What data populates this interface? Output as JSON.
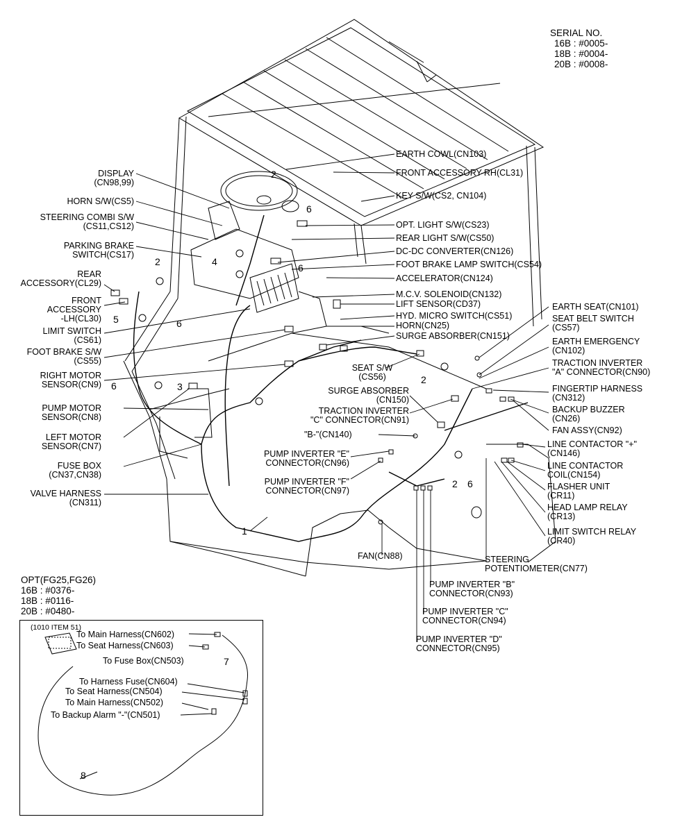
{
  "serial": {
    "title": "SERIAL NO.",
    "lines": [
      "16B : #0005-",
      "18B : #0004-",
      "20B : #0008-"
    ]
  },
  "labels": {
    "earth_cowl": "EARTH COWL(CN103)",
    "front_accessory_rh": "FRONT ACCESSORY-RH(CL31)",
    "key_sw": "KEY S/W(CS2, CN104)",
    "opt_light_sw": "OPT. LIGHT S/W(CS23)",
    "rear_light_sw": "REAR LIGHT S/W(CS50)",
    "dc_dc_converter": "DC-DC CONVERTER(CN126)",
    "foot_brake_lamp_switch": "FOOT BRAKE LAMP SWITCH(CS54)",
    "accelerator": "ACCELERATOR(CN124)",
    "mcv_solenoid": "M.C.V. SOLENOID(CN132)",
    "lift_sensor": "LIFT SENSOR(CD37)",
    "hyd_micro_switch": "HYD. MICRO SWITCH(CS51)",
    "horn": "HORN(CN25)",
    "surge_absorber_151": "SURGE ABSORBER(CN151)",
    "display": [
      "DISPLAY",
      "(CN98,99)"
    ],
    "horn_sw": "HORN S/W(CS5)",
    "steering_combi_sw": [
      "STEERING COMBI S/W",
      "(CS11,CS12)"
    ],
    "parking_brake_switch": [
      "PARKING BRAKE",
      "SWITCH(CS17)"
    ],
    "rear_accessory": [
      "REAR",
      "ACCESSORY(CL29)"
    ],
    "front_accessory_lh": [
      "FRONT",
      "ACCESSORY",
      "-LH(CL30)"
    ],
    "limit_switch": [
      "LIMIT SWITCH",
      "(CS61)"
    ],
    "foot_brake_sw": [
      "FOOT BRAKE S/W",
      "(CS55)"
    ],
    "right_motor_sensor": [
      "RIGHT MOTOR",
      "SENSOR(CN9)"
    ],
    "pump_motor_sensor": [
      "PUMP MOTOR",
      "SENSOR(CN8)"
    ],
    "left_motor_sensor": [
      "LEFT MOTOR",
      "SENSOR(CN7)"
    ],
    "fuse_box": [
      "FUSE BOX",
      "(CN37,CN38)"
    ],
    "valve_harness": [
      "VALVE HARNESS",
      "(CN311)"
    ],
    "earth_seat": "EARTH SEAT(CN101)",
    "seat_belt_switch": [
      "SEAT BELT SWITCH",
      "(CS57)"
    ],
    "earth_emergency": [
      "EARTH EMERGENCY",
      "(CN102)"
    ],
    "traction_inverter_a": [
      "TRACTION INVERTER",
      "\"A\" CONNECTOR(CN90)"
    ],
    "fingertip_harness": [
      "FINGERTIP HARNESS",
      "(CN312)"
    ],
    "backup_buzzer": [
      "BACKUP BUZZER",
      "(CN26)"
    ],
    "fan_assy": "FAN ASSY(CN92)",
    "line_contactor_plus": [
      "LINE CONTACTOR \"+\"",
      "(CN146)"
    ],
    "line_contactor_coil": [
      "LINE CONTACTOR",
      "COIL(CN154)"
    ],
    "flasher_unit": [
      "FLASHER UNIT",
      "(CR11)"
    ],
    "head_lamp_relay": [
      "HEAD LAMP RELAY",
      "(CR13)"
    ],
    "limit_switch_relay": [
      "LIMIT SWITCH RELAY",
      "(CR40)"
    ],
    "seat_sw": [
      "SEAT S/W",
      "(CS56)"
    ],
    "surge_absorber_150": [
      "SURGE ABSORBER",
      "(CN150)"
    ],
    "traction_inverter_c": [
      "TRACTION INVERTER",
      "\"C\" CONNECTOR(CN91)"
    ],
    "b_minus": "\"B-\"(CN140)",
    "pump_inverter_e": [
      "PUMP INVERTER \"E\"",
      "CONNECTOR(CN96)"
    ],
    "pump_inverter_f": [
      "PUMP INVERTER \"F\"",
      "CONNECTOR(CN97)"
    ],
    "fan": "FAN(CN88)",
    "steering_potentiometer": [
      "STEERING",
      "POTENTIOMETER(CN77)"
    ],
    "pump_inverter_b": [
      "PUMP INVERTER \"B\"",
      "CONNECTOR(CN93)"
    ],
    "pump_inverter_c": [
      "PUMP INVERTER \"C\"",
      "CONNECTOR(CN94)"
    ],
    "pump_inverter_d": [
      "PUMP INVERTER \"D\"",
      "CONNECTOR(CN95)"
    ]
  },
  "numbers": {
    "n1": "1",
    "n2a": "2",
    "n2b": "2",
    "n2c": "2",
    "n2d": "2",
    "n3": "3",
    "n4": "4",
    "n5": "5",
    "n6a": "6",
    "n6b": "6",
    "n6c": "6",
    "n6d": "6",
    "n6e": "6",
    "n7": "7",
    "n8": "8"
  },
  "option": {
    "title": "OPT(FG25,FG26)",
    "lines": [
      "16B : #0376-",
      "18B : #0116-",
      "20B : #0480-"
    ],
    "item": "(1010 ITEM 51)",
    "to_main_harness_602": "To Main Harness(CN602)",
    "to_seat_harness_603": "To Seat Harness(CN603)",
    "to_fuse_box_503": "To Fuse Box(CN503)",
    "to_harness_fuse_604": "To Harness Fuse(CN604)",
    "to_seat_harness_504": "To Seat Harness(CN504)",
    "to_main_harness_502": "To Main Harness(CN502)",
    "to_backup_alarm_501": "To Backup Alarm \"-\"(CN501)"
  }
}
